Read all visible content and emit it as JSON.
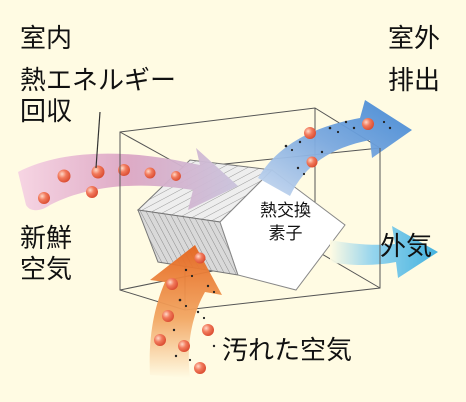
{
  "labels": {
    "indoor": "室内",
    "outdoor": "室外",
    "heat_recovery": "熱エネルギー\n回収",
    "exhaust": "排出",
    "fresh_air": "新鮮\n空気",
    "outside_air": "外気",
    "dirty_air": "汚れた空気",
    "core": "熱交換\n素子"
  },
  "colors": {
    "background": "#fffbe3",
    "fresh_arrow": "#d9a3c0",
    "exhaust_arrow": "#5a95d6",
    "outside_arrow": "#4fb6e0",
    "dirty_arrow": "#e9772a",
    "heat_ball": "#ee6a4a"
  }
}
